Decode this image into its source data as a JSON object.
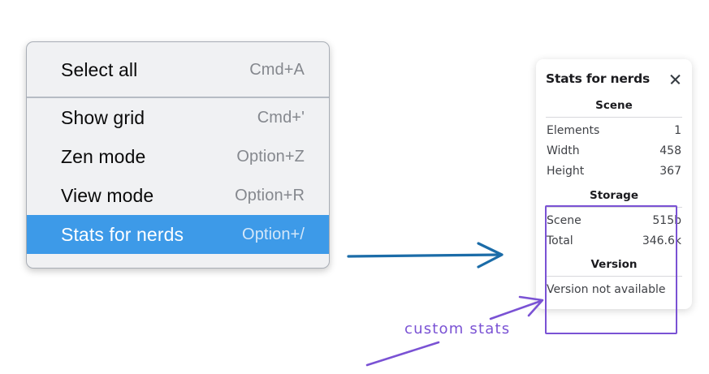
{
  "context_menu": {
    "groups": [
      {
        "items": [
          {
            "label": "Select all",
            "shortcut": "Cmd+A",
            "selected": false
          }
        ]
      },
      {
        "items": [
          {
            "label": "Show grid",
            "shortcut": "Cmd+'",
            "selected": false
          },
          {
            "label": "Zen mode",
            "shortcut": "Option+Z",
            "selected": false
          },
          {
            "label": "View mode",
            "shortcut": "Option+R",
            "selected": false
          },
          {
            "label": "Stats for nerds",
            "shortcut": "Option+/",
            "selected": true
          }
        ]
      }
    ],
    "selected_background": "#3d9ae8"
  },
  "stats_panel": {
    "title": "Stats for nerds",
    "close_icon": "close-icon",
    "sections": [
      {
        "heading": "Scene",
        "rows": [
          {
            "label": "Elements",
            "value": "1"
          },
          {
            "label": "Width",
            "value": "458"
          },
          {
            "label": "Height",
            "value": "367"
          }
        ]
      },
      {
        "heading": "Storage",
        "rows": [
          {
            "label": "Scene",
            "value": "515b"
          },
          {
            "label": "Total",
            "value": "346.6k"
          }
        ]
      },
      {
        "heading": "Version",
        "note": "Version not available"
      }
    ]
  },
  "annotations": {
    "custom_stats_label": "custom stats",
    "blue_arrow_color": "#1b6ca8",
    "purple_color": "#7a52d4"
  }
}
